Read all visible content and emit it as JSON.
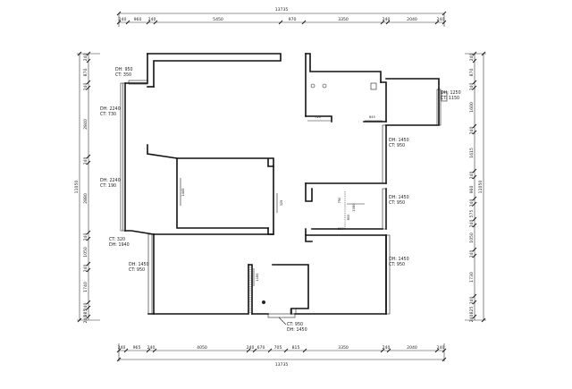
{
  "dimensions": {
    "top_outer": "13735",
    "top_segments": [
      "240",
      "960",
      "240",
      "5450",
      "970",
      "3350",
      "240",
      "2040",
      "240"
    ],
    "bottom_outer": "13735",
    "bottom_segments": [
      "240",
      "965",
      "240",
      "4050",
      "240",
      "670",
      "705",
      "815",
      "3350",
      "240",
      "2040",
      "240"
    ],
    "left_outer": "11050",
    "left_segments": [
      "240",
      "870",
      "240",
      "2840",
      "240",
      "2880",
      "240",
      "1050",
      "240",
      "1740",
      "240",
      "385",
      "240"
    ],
    "right_outer": "11050",
    "right_segments": [
      "240",
      "870",
      "240",
      "1600",
      "240",
      "1615",
      "240",
      "960",
      "240",
      "575",
      "240",
      "1050",
      "240",
      "1730",
      "240",
      "825",
      "240"
    ]
  },
  "openings": {
    "w1": [
      "DH: 950",
      "CT: 350"
    ],
    "w2": [
      "DH: 2240",
      "CT: 730"
    ],
    "w3": [
      "DH: 2240",
      "CT: 190"
    ],
    "w4": [
      "CT: 320",
      "DH: 1940"
    ],
    "w5": [
      "DH: 1450",
      "CT: 950"
    ],
    "w6": [
      "DH: 1250",
      "CT: 1150"
    ],
    "w7": [
      "DH: 1450",
      "CT: 950"
    ],
    "w8": [
      "DH: 1450",
      "CT: 950"
    ],
    "w9": [
      "DH: 1450",
      "CT: 950"
    ],
    "w10": [
      "CT: 950",
      "DH: 1450"
    ]
  },
  "inner_dims": {
    "d710": "710",
    "d645": "645",
    "d1445": "1445",
    "d325": "325",
    "d1185": "1185",
    "d750": "750",
    "d800": "800",
    "d1080": "1080",
    "d560": "560"
  }
}
